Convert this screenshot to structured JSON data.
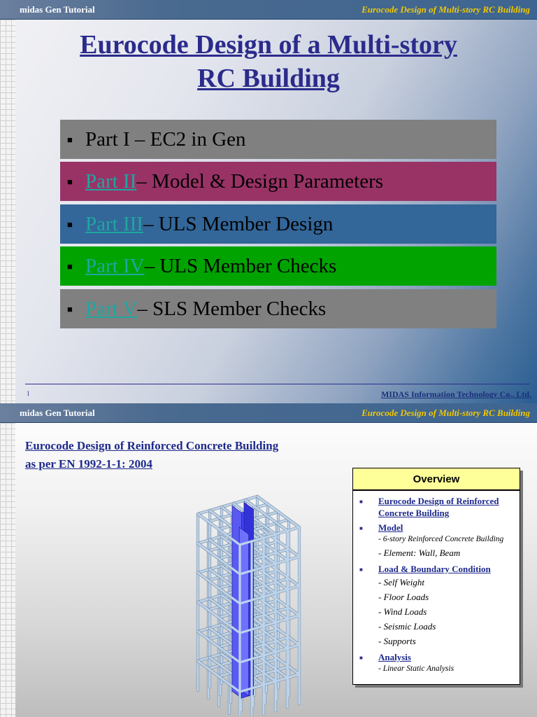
{
  "slide1": {
    "header_left": "midas Gen Tutorial",
    "header_right": "Eurocode Design of Multi-story RC Building",
    "title_line1": "Eurocode Design of a Multi-story",
    "title_line2": "RC Building",
    "parts": [
      {
        "bullet": "■",
        "link": "",
        "text": "Part I – EC2 in Gen",
        "bg": "#808080"
      },
      {
        "bullet": "■",
        "link": "Part II ",
        "text": "– Model & Design Parameters",
        "bg": "#993366"
      },
      {
        "bullet": "■",
        "link": "Part III ",
        "text": "– ULS Member Design",
        "bg": "#336699"
      },
      {
        "bullet": "■",
        "link": "Part IV ",
        "text": "– ULS Member Checks",
        "bg": "#00a300"
      },
      {
        "bullet": "■",
        "link": "Part V ",
        "text": "– SLS Member Checks",
        "bg": "#808080"
      }
    ],
    "page_number": "1",
    "company": "MIDAS Information Technology Co., Ltd."
  },
  "slide2": {
    "header_left": "midas Gen Tutorial",
    "header_right": "Eurocode Design of Multi-story RC Building",
    "title_line1": "Eurocode Design of Reinforced Concrete Building",
    "title_line2": "as per EN 1992-1-1: 2004",
    "overview": {
      "heading": "Overview",
      "items": [
        {
          "label": "Eurocode Design of Reinforced Concrete Building",
          "subs": []
        },
        {
          "label": "Model",
          "subs": [
            "- 6-story Reinforced Concrete Building",
            "- Element: Wall, Beam"
          ]
        },
        {
          "label": "Load & Boundary Condition",
          "subs": [
            "- Self Weight",
            "- Floor Loads",
            "- Wind Loads",
            "- Seismic Loads",
            "- Supports"
          ]
        },
        {
          "label": "Analysis",
          "subs": [
            "- Linear Static Analysis"
          ]
        }
      ]
    },
    "figure": {
      "frame_color": "#bcd3ea",
      "core_wall_color": "#4444ee",
      "stories": 6
    }
  }
}
